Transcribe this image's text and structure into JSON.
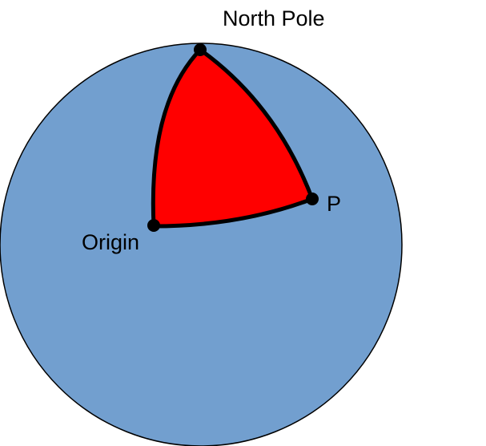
{
  "labels": {
    "north_pole": "North Pole",
    "point_p": "P",
    "origin": "Origin"
  },
  "colors": {
    "sphere_fill": "#729fcf",
    "sphere_stroke": "#000000",
    "triangle_fill": "#ff0000",
    "triangle_stroke": "#000000",
    "vertex_fill": "#000000"
  }
}
